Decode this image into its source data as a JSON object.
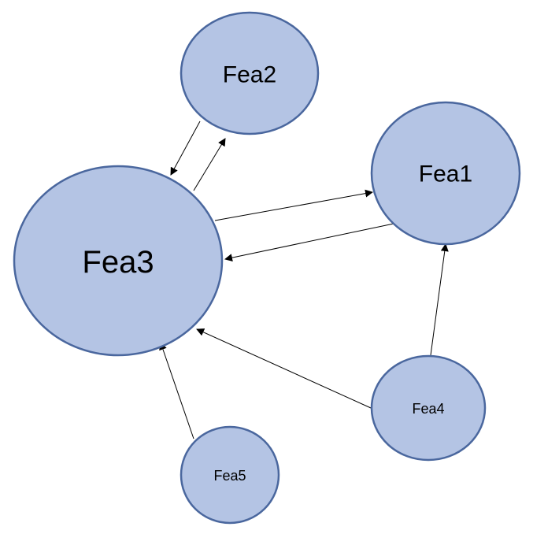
{
  "colors": {
    "node_fill": "#b4c4e4",
    "node_stroke": "#4a679e",
    "edge": "#000000",
    "background": "#ffffff"
  },
  "nodes": [
    {
      "id": "fea2",
      "label": "Fea2"
    },
    {
      "id": "fea1",
      "label": "Fea1"
    },
    {
      "id": "fea3",
      "label": "Fea3"
    },
    {
      "id": "fea4",
      "label": "Fea4"
    },
    {
      "id": "fea5",
      "label": "Fea5"
    }
  ],
  "edges": [
    {
      "from": "fea2",
      "to": "fea3"
    },
    {
      "from": "fea3",
      "to": "fea2"
    },
    {
      "from": "fea3",
      "to": "fea1"
    },
    {
      "from": "fea1",
      "to": "fea3"
    },
    {
      "from": "fea4",
      "to": "fea1"
    },
    {
      "from": "fea4",
      "to": "fea3"
    },
    {
      "from": "fea5",
      "to": "fea3"
    }
  ]
}
